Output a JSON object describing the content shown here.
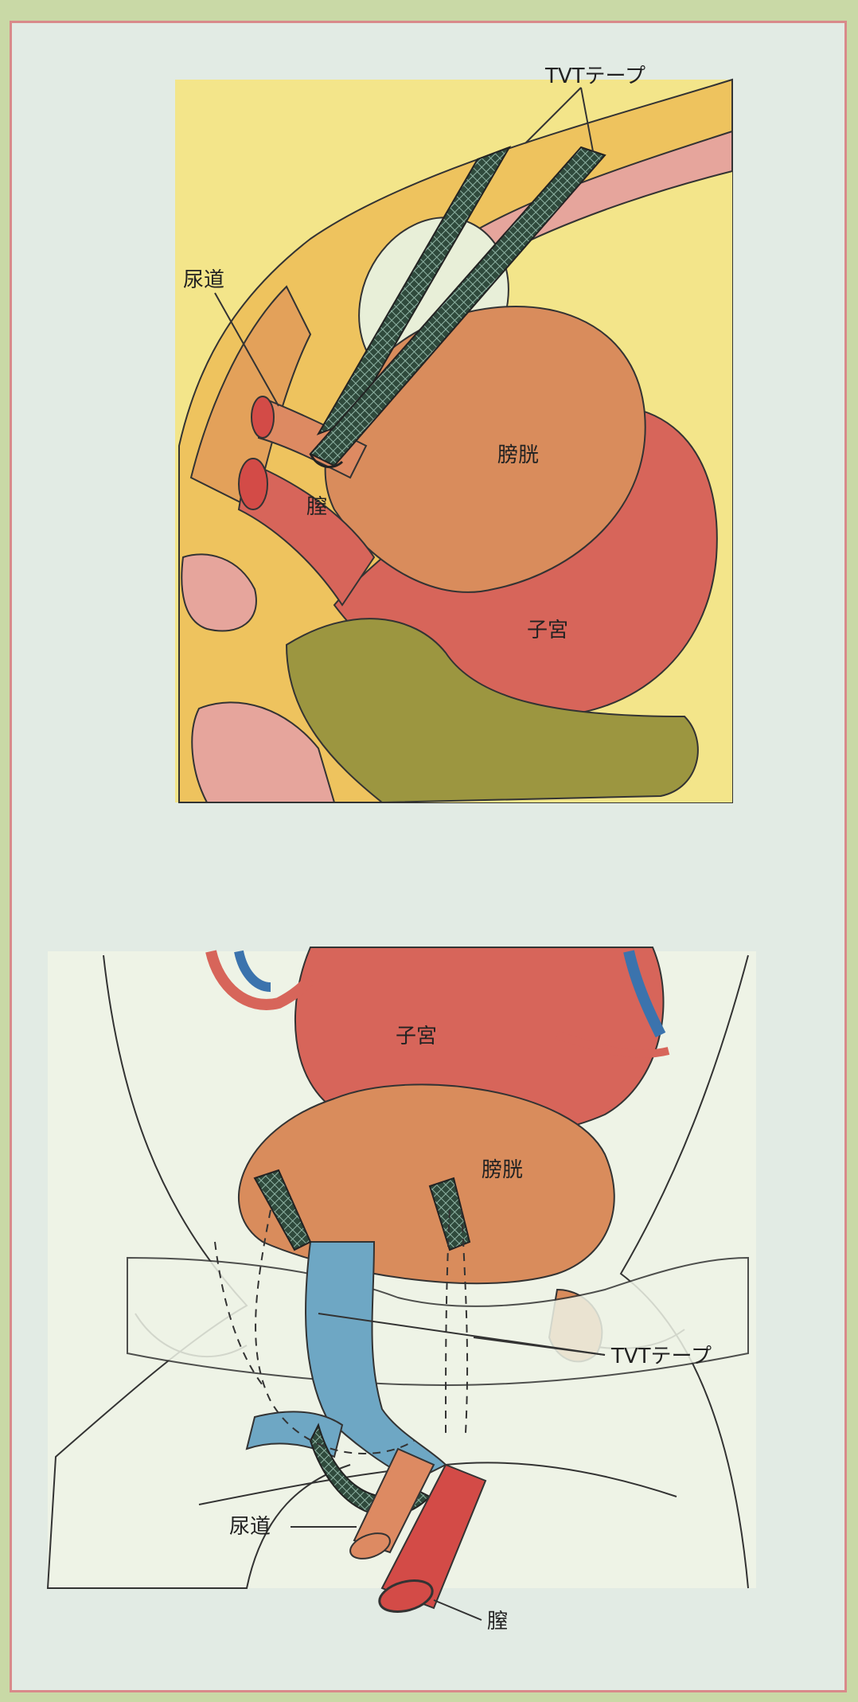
{
  "top_figure": {
    "labels": {
      "tvt_tape": "TVTテープ",
      "urethra": "尿道",
      "bladder": "膀胱",
      "vagina": "膣",
      "uterus": "子宮"
    }
  },
  "bottom_figure": {
    "labels": {
      "uterus": "子宮",
      "bladder": "膀胱",
      "tvt_tape": "TVTテープ",
      "urethra": "尿道",
      "vagina": "膣"
    }
  },
  "colors": {
    "background": "#c9d9a6",
    "panel": "#e2ebe4",
    "border": "#d98a8a",
    "fat_yellow": "#eec35e",
    "pale_yellow": "#f3e58a",
    "bladder": "#d98c5c",
    "uterus": "#d7655a",
    "urethra": "#dd8a62",
    "vagina": "#d34b47",
    "rectum": "#9c9640",
    "pink_wall": "#e6a59c",
    "tape": "#2f4a3c",
    "vessel_blue": "#3b73ad",
    "tissue_blue": "#6ea7c4",
    "bone": "#eef3e6"
  }
}
